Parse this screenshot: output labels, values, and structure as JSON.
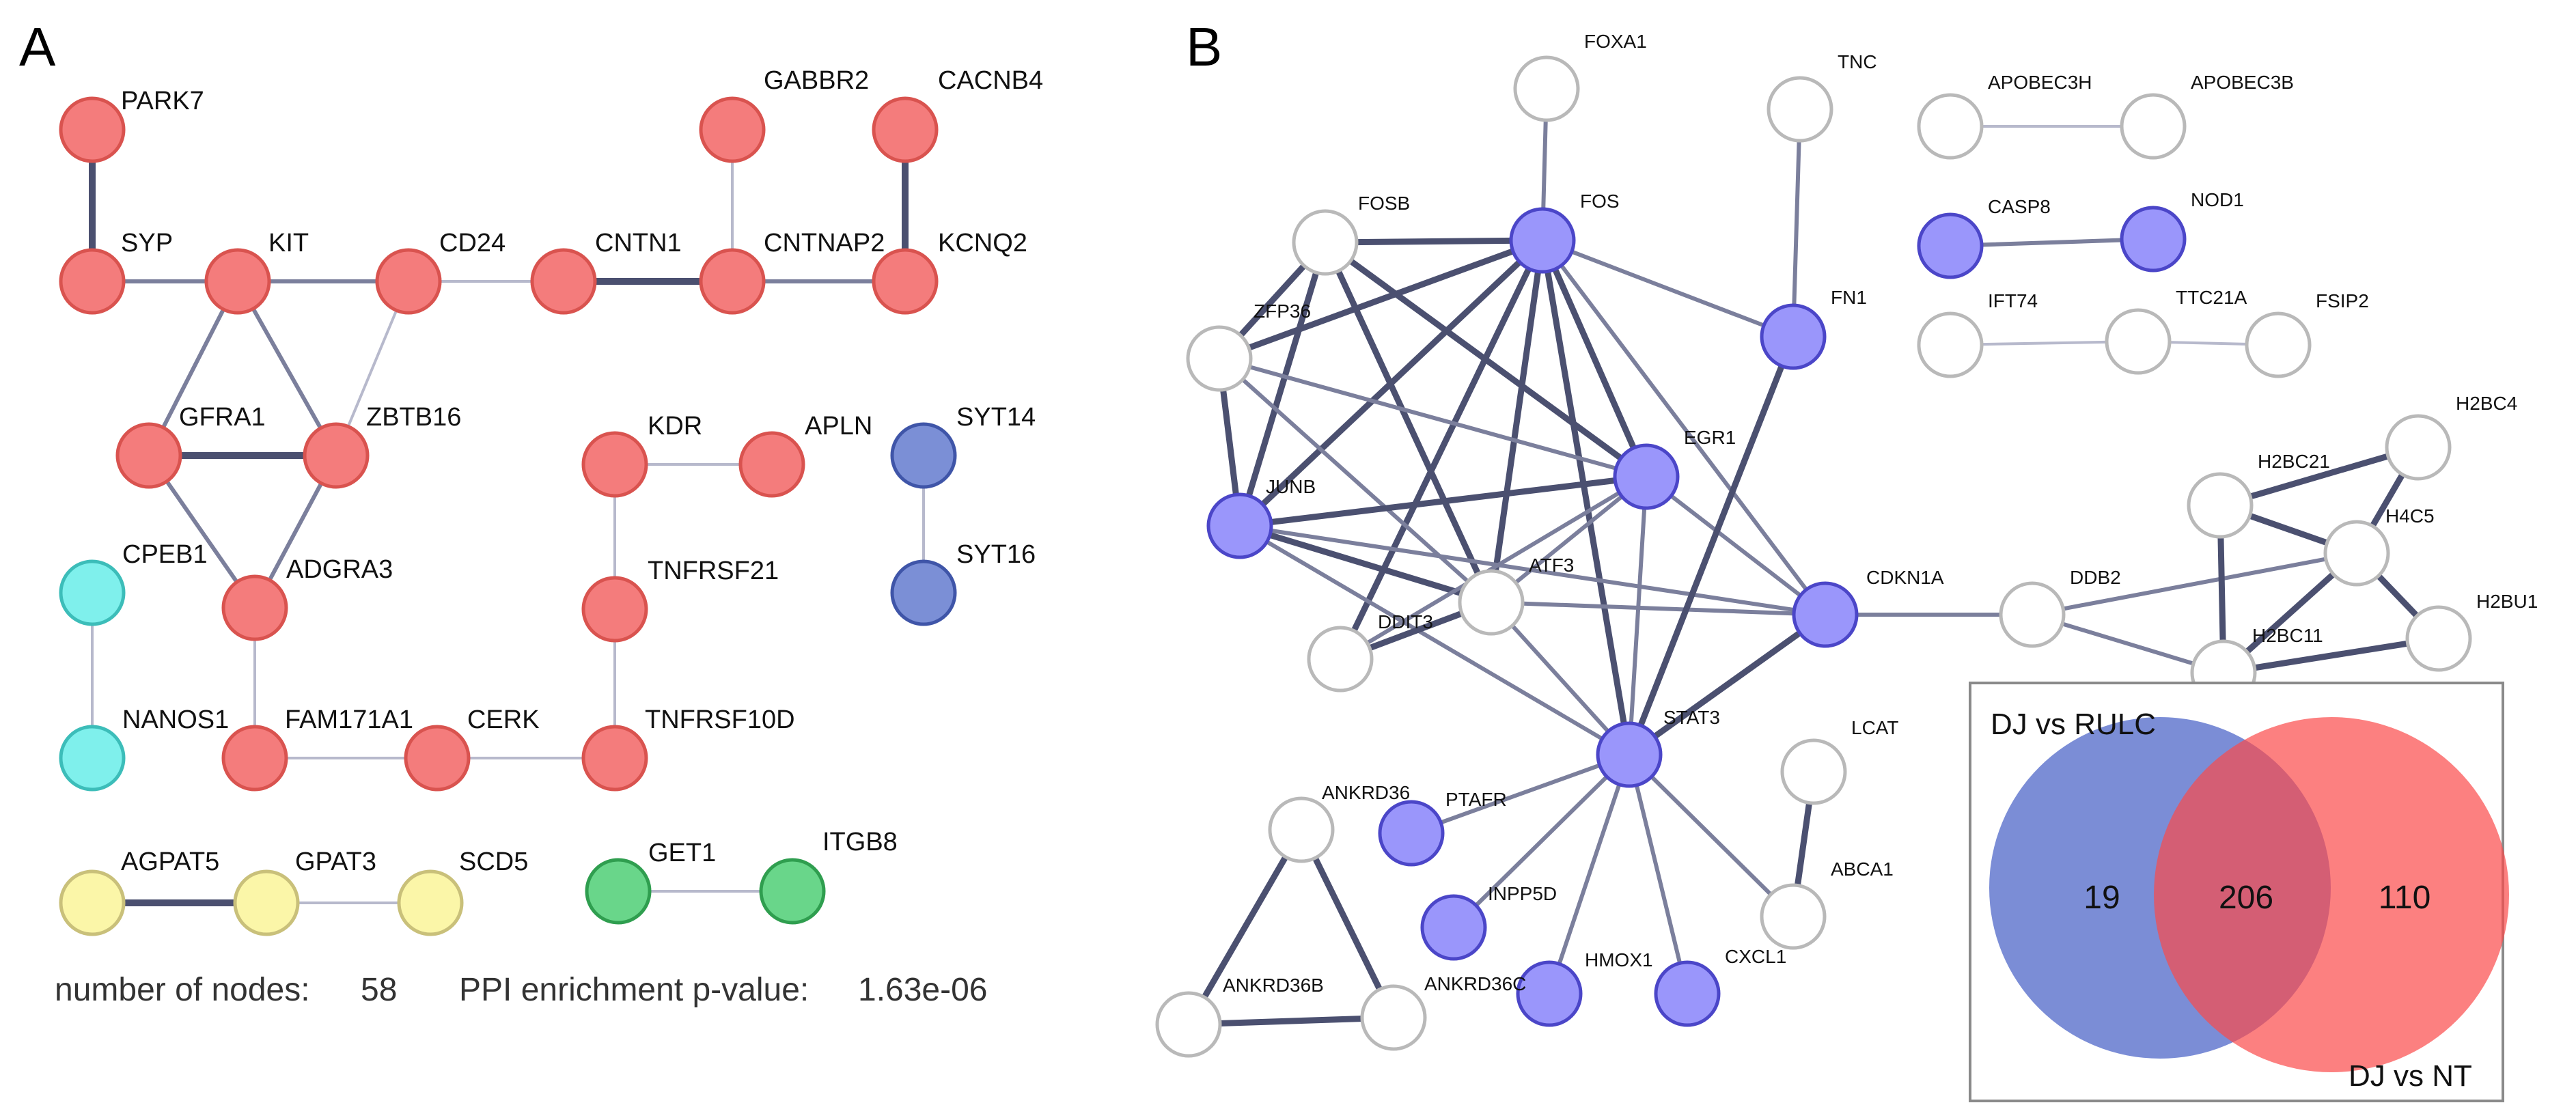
{
  "panels": {
    "a": {
      "label": "A",
      "stats": {
        "nodes_label": "number of nodes:",
        "nodes_value": "58",
        "ppi_label": "PPI enrichment p-value:",
        "ppi_value": "1.63e-06"
      },
      "nodes": [
        {
          "id": "PARK7",
          "label": "PARK7",
          "cluster": "red"
        },
        {
          "id": "SYP",
          "label": "SYP",
          "cluster": "red"
        },
        {
          "id": "KIT",
          "label": "KIT",
          "cluster": "red"
        },
        {
          "id": "CD24",
          "label": "CD24",
          "cluster": "red"
        },
        {
          "id": "CNTN1",
          "label": "CNTN1",
          "cluster": "red"
        },
        {
          "id": "CNTNAP2",
          "label": "CNTNAP2",
          "cluster": "red"
        },
        {
          "id": "GABBR2",
          "label": "GABBR2",
          "cluster": "red"
        },
        {
          "id": "CACNB4",
          "label": "CACNB4",
          "cluster": "red"
        },
        {
          "id": "KCNQ2",
          "label": "KCNQ2",
          "cluster": "red"
        },
        {
          "id": "GFRA1",
          "label": "GFRA1",
          "cluster": "red"
        },
        {
          "id": "ZBTB16",
          "label": "ZBTB16",
          "cluster": "red"
        },
        {
          "id": "ADGRA3",
          "label": "ADGRA3",
          "cluster": "red"
        },
        {
          "id": "FAM171A1",
          "label": "FAM171A1",
          "cluster": "red"
        },
        {
          "id": "CERK",
          "label": "CERK",
          "cluster": "red"
        },
        {
          "id": "TNFRSF10D",
          "label": "TNFRSF10D",
          "cluster": "red"
        },
        {
          "id": "TNFRSF21",
          "label": "TNFRSF21",
          "cluster": "red"
        },
        {
          "id": "KDR",
          "label": "KDR",
          "cluster": "red"
        },
        {
          "id": "APLN",
          "label": "APLN",
          "cluster": "red"
        },
        {
          "id": "SYT14",
          "label": "SYT14",
          "cluster": "blue"
        },
        {
          "id": "SYT16",
          "label": "SYT16",
          "cluster": "blue"
        },
        {
          "id": "CPEB1",
          "label": "CPEB1",
          "cluster": "cyan"
        },
        {
          "id": "NANOS1",
          "label": "NANOS1",
          "cluster": "cyan"
        },
        {
          "id": "AGPAT5",
          "label": "AGPAT5",
          "cluster": "yellow"
        },
        {
          "id": "GPAT3",
          "label": "GPAT3",
          "cluster": "yellow"
        },
        {
          "id": "SCD5",
          "label": "SCD5",
          "cluster": "yellow"
        },
        {
          "id": "GET1",
          "label": "GET1",
          "cluster": "green"
        },
        {
          "id": "ITGB8",
          "label": "ITGB8",
          "cluster": "green"
        }
      ],
      "edges": [
        {
          "source": "PARK7",
          "target": "SYP",
          "weight": "strong"
        },
        {
          "source": "SYP",
          "target": "KIT",
          "weight": "medium"
        },
        {
          "source": "KIT",
          "target": "CD24",
          "weight": "medium"
        },
        {
          "source": "KIT",
          "target": "GFRA1",
          "weight": "medium"
        },
        {
          "source": "KIT",
          "target": "ZBTB16",
          "weight": "medium"
        },
        {
          "source": "CD24",
          "target": "CNTN1",
          "weight": "light"
        },
        {
          "source": "CD24",
          "target": "ZBTB16",
          "weight": "light"
        },
        {
          "source": "CNTN1",
          "target": "CNTNAP2",
          "weight": "strong"
        },
        {
          "source": "GABBR2",
          "target": "CNTNAP2",
          "weight": "light"
        },
        {
          "source": "CNTNAP2",
          "target": "KCNQ2",
          "weight": "medium"
        },
        {
          "source": "CACNB4",
          "target": "KCNQ2",
          "weight": "strong"
        },
        {
          "source": "GFRA1",
          "target": "ZBTB16",
          "weight": "strong"
        },
        {
          "source": "GFRA1",
          "target": "ADGRA3",
          "weight": "medium"
        },
        {
          "source": "ZBTB16",
          "target": "ADGRA3",
          "weight": "medium"
        },
        {
          "source": "ADGRA3",
          "target": "FAM171A1",
          "weight": "light"
        },
        {
          "source": "FAM171A1",
          "target": "CERK",
          "weight": "light"
        },
        {
          "source": "CERK",
          "target": "TNFRSF10D",
          "weight": "light"
        },
        {
          "source": "TNFRSF10D",
          "target": "TNFRSF21",
          "weight": "light"
        },
        {
          "source": "TNFRSF21",
          "target": "KDR",
          "weight": "light"
        },
        {
          "source": "KDR",
          "target": "APLN",
          "weight": "light"
        },
        {
          "source": "SYT14",
          "target": "SYT16",
          "weight": "light"
        },
        {
          "source": "CPEB1",
          "target": "NANOS1",
          "weight": "light"
        },
        {
          "source": "AGPAT5",
          "target": "GPAT3",
          "weight": "strong"
        },
        {
          "source": "GPAT3",
          "target": "SCD5",
          "weight": "light"
        },
        {
          "source": "GET1",
          "target": "ITGB8",
          "weight": "light"
        }
      ]
    },
    "b": {
      "label": "B",
      "nodes": [
        {
          "id": "FOXA1",
          "label": "FOXA1",
          "highlight": false
        },
        {
          "id": "TNC",
          "label": "TNC",
          "highlight": false
        },
        {
          "id": "APOBEC3H",
          "label": "APOBEC3H",
          "highlight": false
        },
        {
          "id": "APOBEC3B",
          "label": "APOBEC3B",
          "highlight": false
        },
        {
          "id": "FOSB",
          "label": "FOSB",
          "highlight": false
        },
        {
          "id": "FOS",
          "label": "FOS",
          "highlight": true
        },
        {
          "id": "CASP8",
          "label": "CASP8",
          "highlight": true
        },
        {
          "id": "NOD1",
          "label": "NOD1",
          "highlight": true
        },
        {
          "id": "ZFP36",
          "label": "ZFP36",
          "highlight": false
        },
        {
          "id": "FN1",
          "label": "FN1",
          "highlight": true
        },
        {
          "id": "IFT74",
          "label": "IFT74",
          "highlight": false
        },
        {
          "id": "TTC21A",
          "label": "TTC21A",
          "highlight": false
        },
        {
          "id": "FSIP2",
          "label": "FSIP2",
          "highlight": false
        },
        {
          "id": "JUNB",
          "label": "JUNB",
          "highlight": true
        },
        {
          "id": "EGR1",
          "label": "EGR1",
          "highlight": true
        },
        {
          "id": "ATF3",
          "label": "ATF3",
          "highlight": false
        },
        {
          "id": "DDIT3",
          "label": "DDIT3",
          "highlight": false
        },
        {
          "id": "CDKN1A",
          "label": "CDKN1A",
          "highlight": true
        },
        {
          "id": "DDB2",
          "label": "DDB2",
          "highlight": false
        },
        {
          "id": "H2BC21",
          "label": "H2BC21",
          "highlight": false
        },
        {
          "id": "H2BC4",
          "label": "H2BC4",
          "highlight": false
        },
        {
          "id": "H4C5",
          "label": "H4C5",
          "highlight": false
        },
        {
          "id": "H2BC11",
          "label": "H2BC11",
          "highlight": false
        },
        {
          "id": "H2BU1",
          "label": "H2BU1",
          "highlight": false
        },
        {
          "id": "STAT3",
          "label": "STAT3",
          "highlight": true
        },
        {
          "id": "LCAT",
          "label": "LCAT",
          "highlight": false
        },
        {
          "id": "ABCA1",
          "label": "ABCA1",
          "highlight": false
        },
        {
          "id": "ANKRD36",
          "label": "ANKRD36",
          "highlight": false
        },
        {
          "id": "PTAFR",
          "label": "PTAFR",
          "highlight": true
        },
        {
          "id": "INPP5D",
          "label": "INPP5D",
          "highlight": true
        },
        {
          "id": "HMOX1",
          "label": "HMOX1",
          "highlight": true
        },
        {
          "id": "CXCL1",
          "label": "CXCL1",
          "highlight": true
        },
        {
          "id": "ANKRD36B",
          "label": "ANKRD36B",
          "highlight": false
        },
        {
          "id": "ANKRD36C",
          "label": "ANKRD36C",
          "highlight": false
        }
      ],
      "edges": [
        {
          "source": "FOXA1",
          "target": "FOS",
          "weight": "medium"
        },
        {
          "source": "TNC",
          "target": "FN1",
          "weight": "medium"
        },
        {
          "source": "APOBEC3H",
          "target": "APOBEC3B",
          "weight": "light"
        },
        {
          "source": "CASP8",
          "target": "NOD1",
          "weight": "medium"
        },
        {
          "source": "IFT74",
          "target": "TTC21A",
          "weight": "light"
        },
        {
          "source": "TTC21A",
          "target": "FSIP2",
          "weight": "light"
        },
        {
          "source": "FOSB",
          "target": "FOS",
          "weight": "strong"
        },
        {
          "source": "FOSB",
          "target": "ZFP36",
          "weight": "strong"
        },
        {
          "source": "FOSB",
          "target": "JUNB",
          "weight": "strong"
        },
        {
          "source": "FOSB",
          "target": "EGR1",
          "weight": "strong"
        },
        {
          "source": "FOSB",
          "target": "ATF3",
          "weight": "strong"
        },
        {
          "source": "FOS",
          "target": "ZFP36",
          "weight": "strong"
        },
        {
          "source": "FOS",
          "target": "JUNB",
          "weight": "strong"
        },
        {
          "source": "FOS",
          "target": "EGR1",
          "weight": "strong"
        },
        {
          "source": "FOS",
          "target": "ATF3",
          "weight": "strong"
        },
        {
          "source": "FOS",
          "target": "DDIT3",
          "weight": "strong"
        },
        {
          "source": "FOS",
          "target": "STAT3",
          "weight": "strong"
        },
        {
          "source": "FOS",
          "target": "CDKN1A",
          "weight": "medium"
        },
        {
          "source": "FOS",
          "target": "FN1",
          "weight": "medium"
        },
        {
          "source": "ZFP36",
          "target": "JUNB",
          "weight": "strong"
        },
        {
          "source": "ZFP36",
          "target": "EGR1",
          "weight": "medium"
        },
        {
          "source": "ZFP36",
          "target": "ATF3",
          "weight": "medium"
        },
        {
          "source": "JUNB",
          "target": "EGR1",
          "weight": "strong"
        },
        {
          "source": "JUNB",
          "target": "ATF3",
          "weight": "strong"
        },
        {
          "source": "JUNB",
          "target": "STAT3",
          "weight": "medium"
        },
        {
          "source": "JUNB",
          "target": "CDKN1A",
          "weight": "medium"
        },
        {
          "source": "EGR1",
          "target": "ATF3",
          "weight": "medium"
        },
        {
          "source": "EGR1",
          "target": "STAT3",
          "weight": "medium"
        },
        {
          "source": "EGR1",
          "target": "CDKN1A",
          "weight": "medium"
        },
        {
          "source": "EGR1",
          "target": "DDIT3",
          "weight": "medium"
        },
        {
          "source": "ATF3",
          "target": "DDIT3",
          "weight": "strong"
        },
        {
          "source": "ATF3",
          "target": "STAT3",
          "weight": "medium"
        },
        {
          "source": "ATF3",
          "target": "CDKN1A",
          "weight": "medium"
        },
        {
          "source": "FN1",
          "target": "STAT3",
          "weight": "strong"
        },
        {
          "source": "STAT3",
          "target": "CDKN1A",
          "weight": "strong"
        },
        {
          "source": "STAT3",
          "target": "PTAFR",
          "weight": "medium"
        },
        {
          "source": "STAT3",
          "target": "INPP5D",
          "weight": "medium"
        },
        {
          "source": "STAT3",
          "target": "HMOX1",
          "weight": "medium"
        },
        {
          "source": "STAT3",
          "target": "CXCL1",
          "weight": "medium"
        },
        {
          "source": "STAT3",
          "target": "ABCA1",
          "weight": "medium"
        },
        {
          "source": "LCAT",
          "target": "ABCA1",
          "weight": "strong"
        },
        {
          "source": "CDKN1A",
          "target": "DDB2",
          "weight": "medium"
        },
        {
          "source": "DDB2",
          "target": "H4C5",
          "weight": "medium"
        },
        {
          "source": "DDB2",
          "target": "H2BC11",
          "weight": "medium"
        },
        {
          "source": "H2BC21",
          "target": "H2BC4",
          "weight": "strong"
        },
        {
          "source": "H2BC21",
          "target": "H4C5",
          "weight": "strong"
        },
        {
          "source": "H2BC21",
          "target": "H2BC11",
          "weight": "strong"
        },
        {
          "source": "H2BC4",
          "target": "H4C5",
          "weight": "strong"
        },
        {
          "source": "H4C5",
          "target": "H2BC11",
          "weight": "strong"
        },
        {
          "source": "H4C5",
          "target": "H2BU1",
          "weight": "strong"
        },
        {
          "source": "H2BC11",
          "target": "H2BU1",
          "weight": "strong"
        },
        {
          "source": "ANKRD36",
          "target": "ANKRD36B",
          "weight": "strong"
        },
        {
          "source": "ANKRD36",
          "target": "ANKRD36C",
          "weight": "strong"
        },
        {
          "source": "ANKRD36B",
          "target": "ANKRD36C",
          "weight": "strong"
        }
      ],
      "venn": {
        "left_label": "DJ vs RULC",
        "right_label": "DJ vs NT",
        "left_only": "19",
        "overlap": "206",
        "right_only": "110"
      }
    }
  },
  "colors": {
    "red_fill": "#f47c7c",
    "red_stroke": "#d9534f",
    "blue_fill": "#7b8fd6",
    "blue_stroke": "#3f55a8",
    "cyan_fill": "#7ff0ec",
    "cyan_stroke": "#3cbdb9",
    "yellow_fill": "#fbf6a8",
    "yellow_stroke": "#c9c07a",
    "green_fill": "#69d68a",
    "green_stroke": "#2f9e4f",
    "highlight_fill": "#9a96fb",
    "highlight_stroke": "#4b46c8",
    "plain_fill": "#ffffff",
    "plain_stroke": "#b9b9b9",
    "edge_light": "#b7b9cc",
    "edge_medium": "#7b7f9c",
    "edge_strong": "#4b5070",
    "venn_left": "#3c57c2",
    "venn_right": "#fb4a4a"
  }
}
